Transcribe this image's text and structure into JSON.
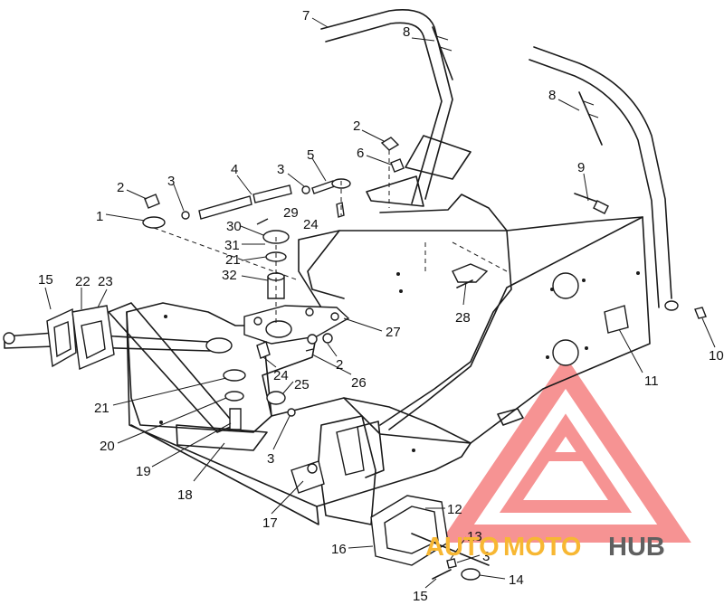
{
  "diagram": {
    "callouts": [
      {
        "id": "c7",
        "text": "7"
      },
      {
        "id": "c8a",
        "text": "8"
      },
      {
        "id": "c8b",
        "text": "8"
      },
      {
        "id": "c2a",
        "text": "2"
      },
      {
        "id": "c6",
        "text": "6"
      },
      {
        "id": "c5",
        "text": "5"
      },
      {
        "id": "c3a",
        "text": "3"
      },
      {
        "id": "c4",
        "text": "4"
      },
      {
        "id": "c3b",
        "text": "3"
      },
      {
        "id": "c2b",
        "text": "2"
      },
      {
        "id": "c1",
        "text": "1"
      },
      {
        "id": "c9",
        "text": "9"
      },
      {
        "id": "c29",
        "text": "29"
      },
      {
        "id": "c24a",
        "text": "24"
      },
      {
        "id": "c30",
        "text": "30"
      },
      {
        "id": "c31",
        "text": "31"
      },
      {
        "id": "c21a",
        "text": "21"
      },
      {
        "id": "c32",
        "text": "32"
      },
      {
        "id": "c28",
        "text": "28"
      },
      {
        "id": "c15a",
        "text": "15"
      },
      {
        "id": "c22",
        "text": "22"
      },
      {
        "id": "c23",
        "text": "23"
      },
      {
        "id": "c27",
        "text": "27"
      },
      {
        "id": "c2c",
        "text": "2"
      },
      {
        "id": "c10",
        "text": "10"
      },
      {
        "id": "c11",
        "text": "11"
      },
      {
        "id": "c26",
        "text": "26"
      },
      {
        "id": "c24b",
        "text": "24"
      },
      {
        "id": "c25",
        "text": "25"
      },
      {
        "id": "c21b",
        "text": "21"
      },
      {
        "id": "c20",
        "text": "20"
      },
      {
        "id": "c3c",
        "text": "3"
      },
      {
        "id": "c19",
        "text": "19"
      },
      {
        "id": "c18",
        "text": "18"
      },
      {
        "id": "c17",
        "text": "17"
      },
      {
        "id": "c12",
        "text": "12"
      },
      {
        "id": "c13",
        "text": "13"
      },
      {
        "id": "c16",
        "text": "16"
      },
      {
        "id": "c3d",
        "text": "3"
      },
      {
        "id": "c14",
        "text": "14"
      },
      {
        "id": "c15b",
        "text": "15"
      }
    ]
  },
  "watermark": {
    "part1": "AUTO",
    "part2": "MOTO",
    "part3": "HUB",
    "color_gray": "#606060",
    "color_orange": "#f7b733",
    "color_triangle": "#ef3b3b"
  }
}
